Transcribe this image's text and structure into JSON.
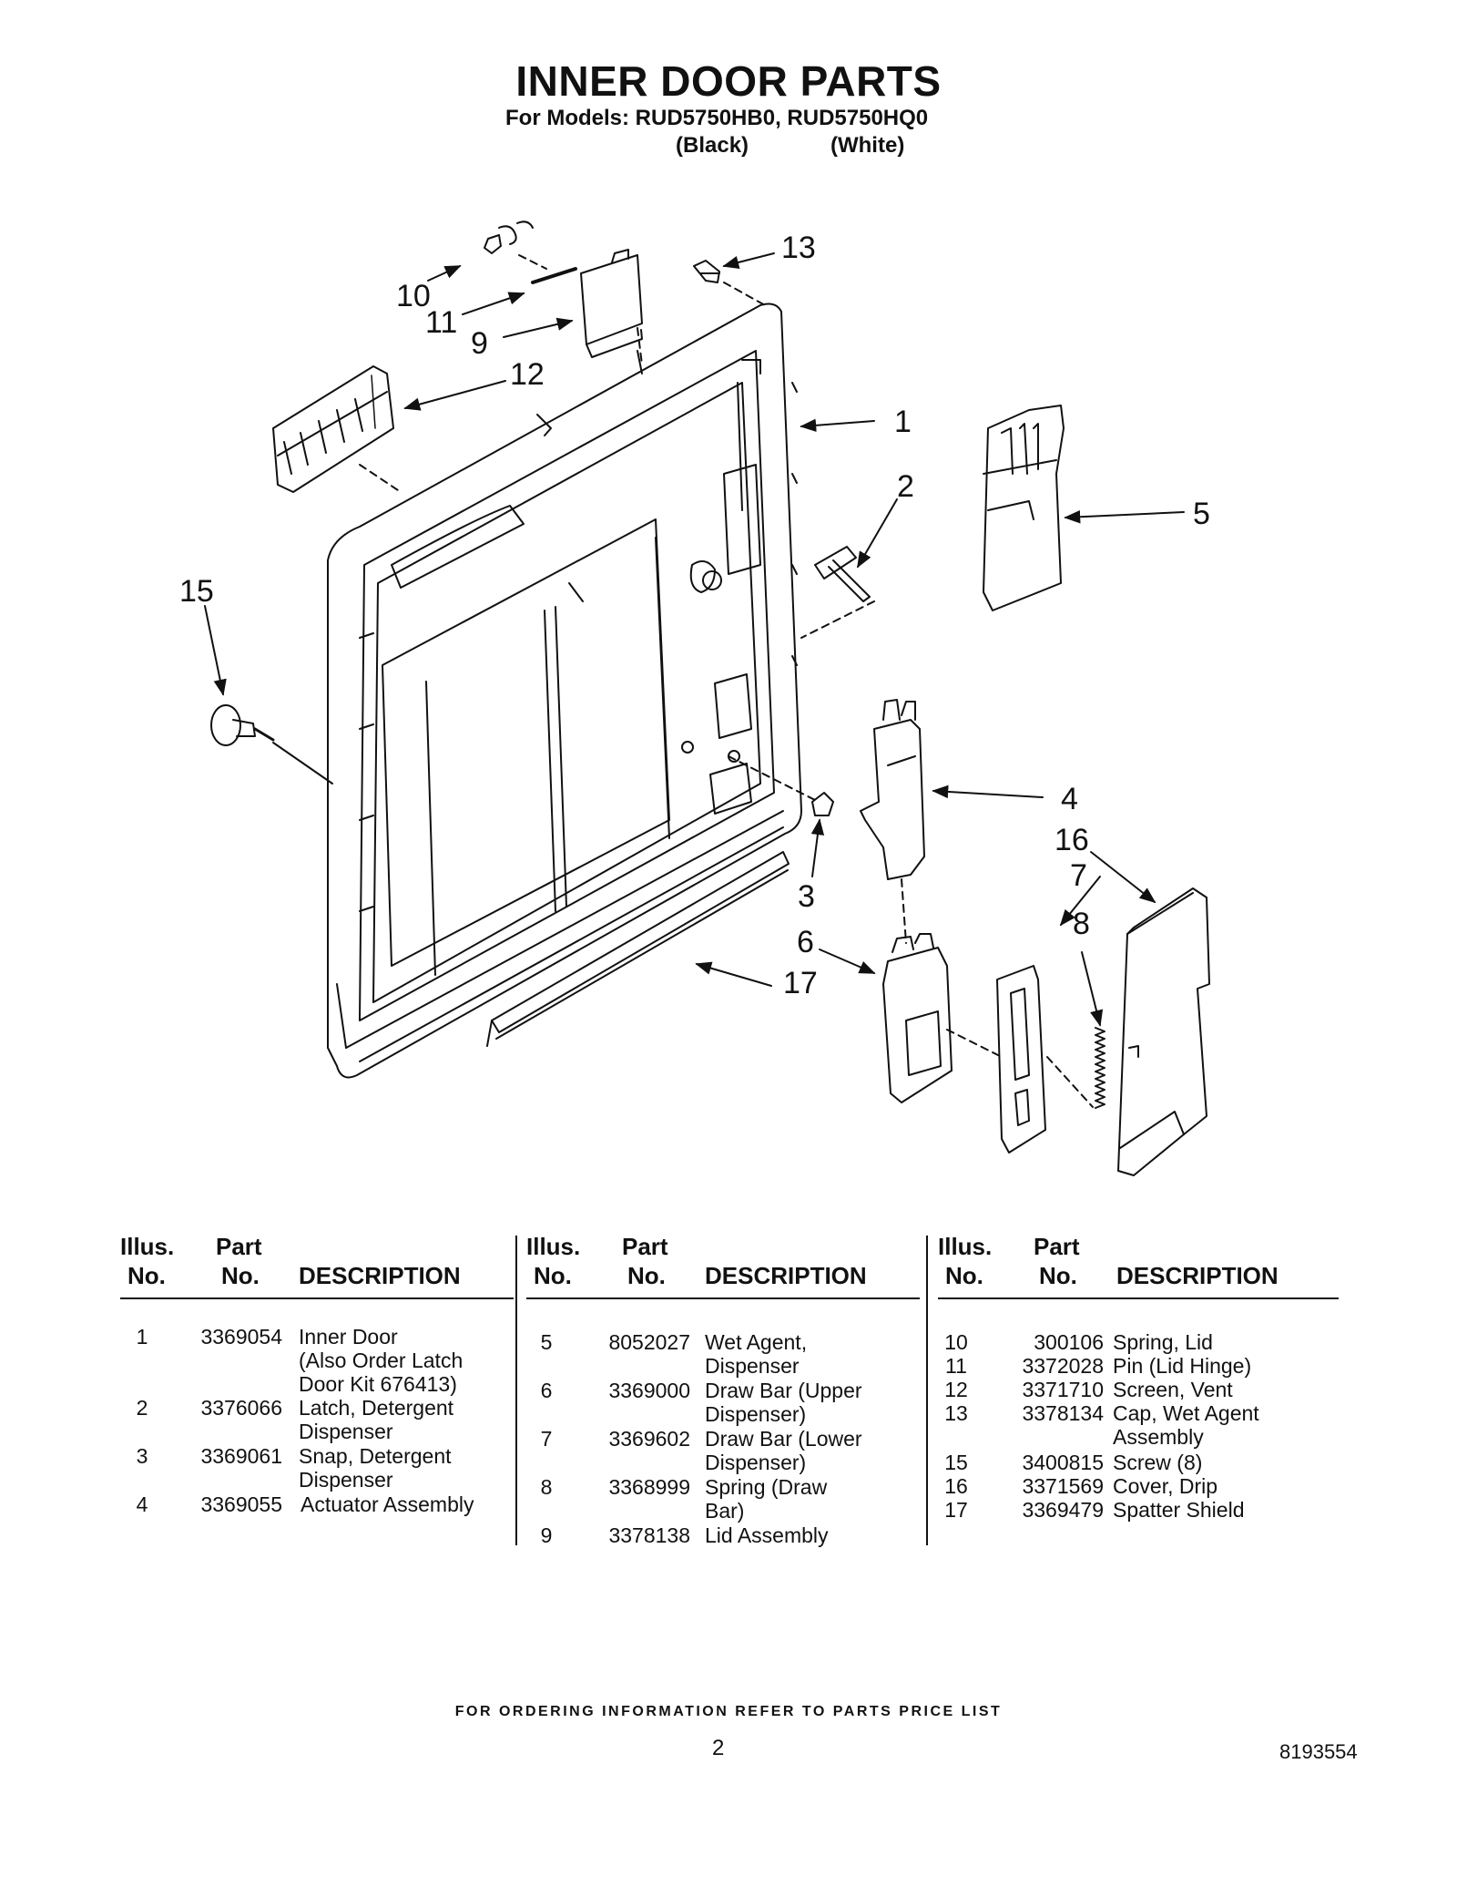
{
  "header": {
    "title": "INNER DOOR PARTS",
    "subtitle": "For Models: RUD5750HB0, RUD5750HQ0",
    "color_black": "(Black)",
    "color_white": "(White)"
  },
  "callouts": [
    "1",
    "2",
    "3",
    "4",
    "5",
    "6",
    "7",
    "8",
    "9",
    "10",
    "11",
    "12",
    "13",
    "15",
    "16",
    "17"
  ],
  "table": {
    "headers": {
      "illus_line1": "Illus.",
      "illus_line2": "No.",
      "part_line1": "Part",
      "part_line2": "No.",
      "description": "DESCRIPTION"
    },
    "columns": [
      [
        {
          "no": "1",
          "part": "3369054",
          "desc": "Inner Door\n(Also Order Latch\nDoor Kit 676413)"
        },
        {
          "no": "2",
          "part": "3376066",
          "desc": "Latch, Detergent\nDispenser"
        },
        {
          "no": "3",
          "part": "3369061",
          "desc": "Snap, Detergent\nDispenser"
        },
        {
          "no": "4",
          "part": "3369055",
          "desc": "Actuator Assembly"
        }
      ],
      [
        {
          "no": "5",
          "part": "8052027",
          "desc": "Wet Agent,\nDispenser"
        },
        {
          "no": "6",
          "part": "3369000",
          "desc": "Draw Bar (Upper\nDispenser)"
        },
        {
          "no": "7",
          "part": "3369602",
          "desc": "Draw Bar (Lower\nDispenser)"
        },
        {
          "no": "8",
          "part": "3368999",
          "desc": "Spring (Draw\nBar)"
        },
        {
          "no": "9",
          "part": "3378138",
          "desc": "Lid Assembly"
        }
      ],
      [
        {
          "no": "10",
          "part": "300106",
          "desc": "Spring, Lid"
        },
        {
          "no": "11",
          "part": "3372028",
          "desc": "Pin (Lid Hinge)"
        },
        {
          "no": "12",
          "part": "3371710",
          "desc": "Screen, Vent"
        },
        {
          "no": "13",
          "part": "3378134",
          "desc": "Cap, Wet Agent\nAssembly"
        },
        {
          "no": "15",
          "part": "3400815",
          "desc": "Screw (8)"
        },
        {
          "no": "16",
          "part": "3371569",
          "desc": "Cover, Drip"
        },
        {
          "no": "17",
          "part": "3369479",
          "desc": "Spatter Shield"
        }
      ]
    ]
  },
  "footer": {
    "ordering_note": "FOR ORDERING INFORMATION REFER TO PARTS PRICE LIST",
    "page_number": "2",
    "document_number": "8193554"
  }
}
